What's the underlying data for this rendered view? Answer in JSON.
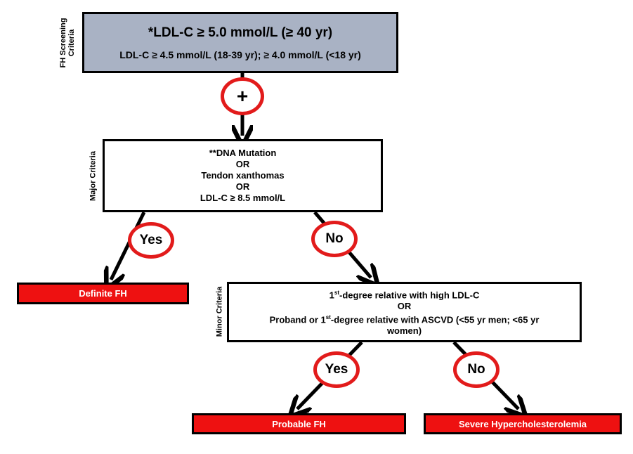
{
  "screening": {
    "side_label_1": "FH Screening",
    "side_label_2": "Criteria",
    "line1": "*LDL-C ≥ 5.0 mmol/L (≥ 40 yr)",
    "line2": "LDL-C ≥ 4.5 mmol/L (18-39 yr); ≥ 4.0 mmol/L (<18 yr)"
  },
  "plus": {
    "label": "+"
  },
  "major": {
    "side_label": "Major Criteria",
    "line1": "**DNA Mutation",
    "line2": "OR",
    "line3": "Tendon xanthomas",
    "line4": "OR",
    "line5": "LDL-C ≥ 8.5 mmol/L"
  },
  "major_yes": {
    "label": "Yes"
  },
  "major_no": {
    "label": "No"
  },
  "definite": {
    "label": "Definite FH"
  },
  "minor": {
    "side_label": "Minor Criteria",
    "line1_a": "1",
    "line1_sup": "st",
    "line1_b": "-degree relative with high LDL-C",
    "line2": "OR",
    "line3_a": "Proband or 1",
    "line3_sup": "st",
    "line3_b": "-degree relative with ASCVD (<55 yr men; <65 yr",
    "line4": "women)"
  },
  "minor_yes": {
    "label": "Yes"
  },
  "minor_no": {
    "label": "No"
  },
  "probable": {
    "label": "Probable FH"
  },
  "severe": {
    "label": "Severe Hypercholesterolemia"
  },
  "colors": {
    "screening_fill": "#a9b2c4",
    "outcome_fill": "#ee1111",
    "badge_ring": "#e21b1b"
  }
}
